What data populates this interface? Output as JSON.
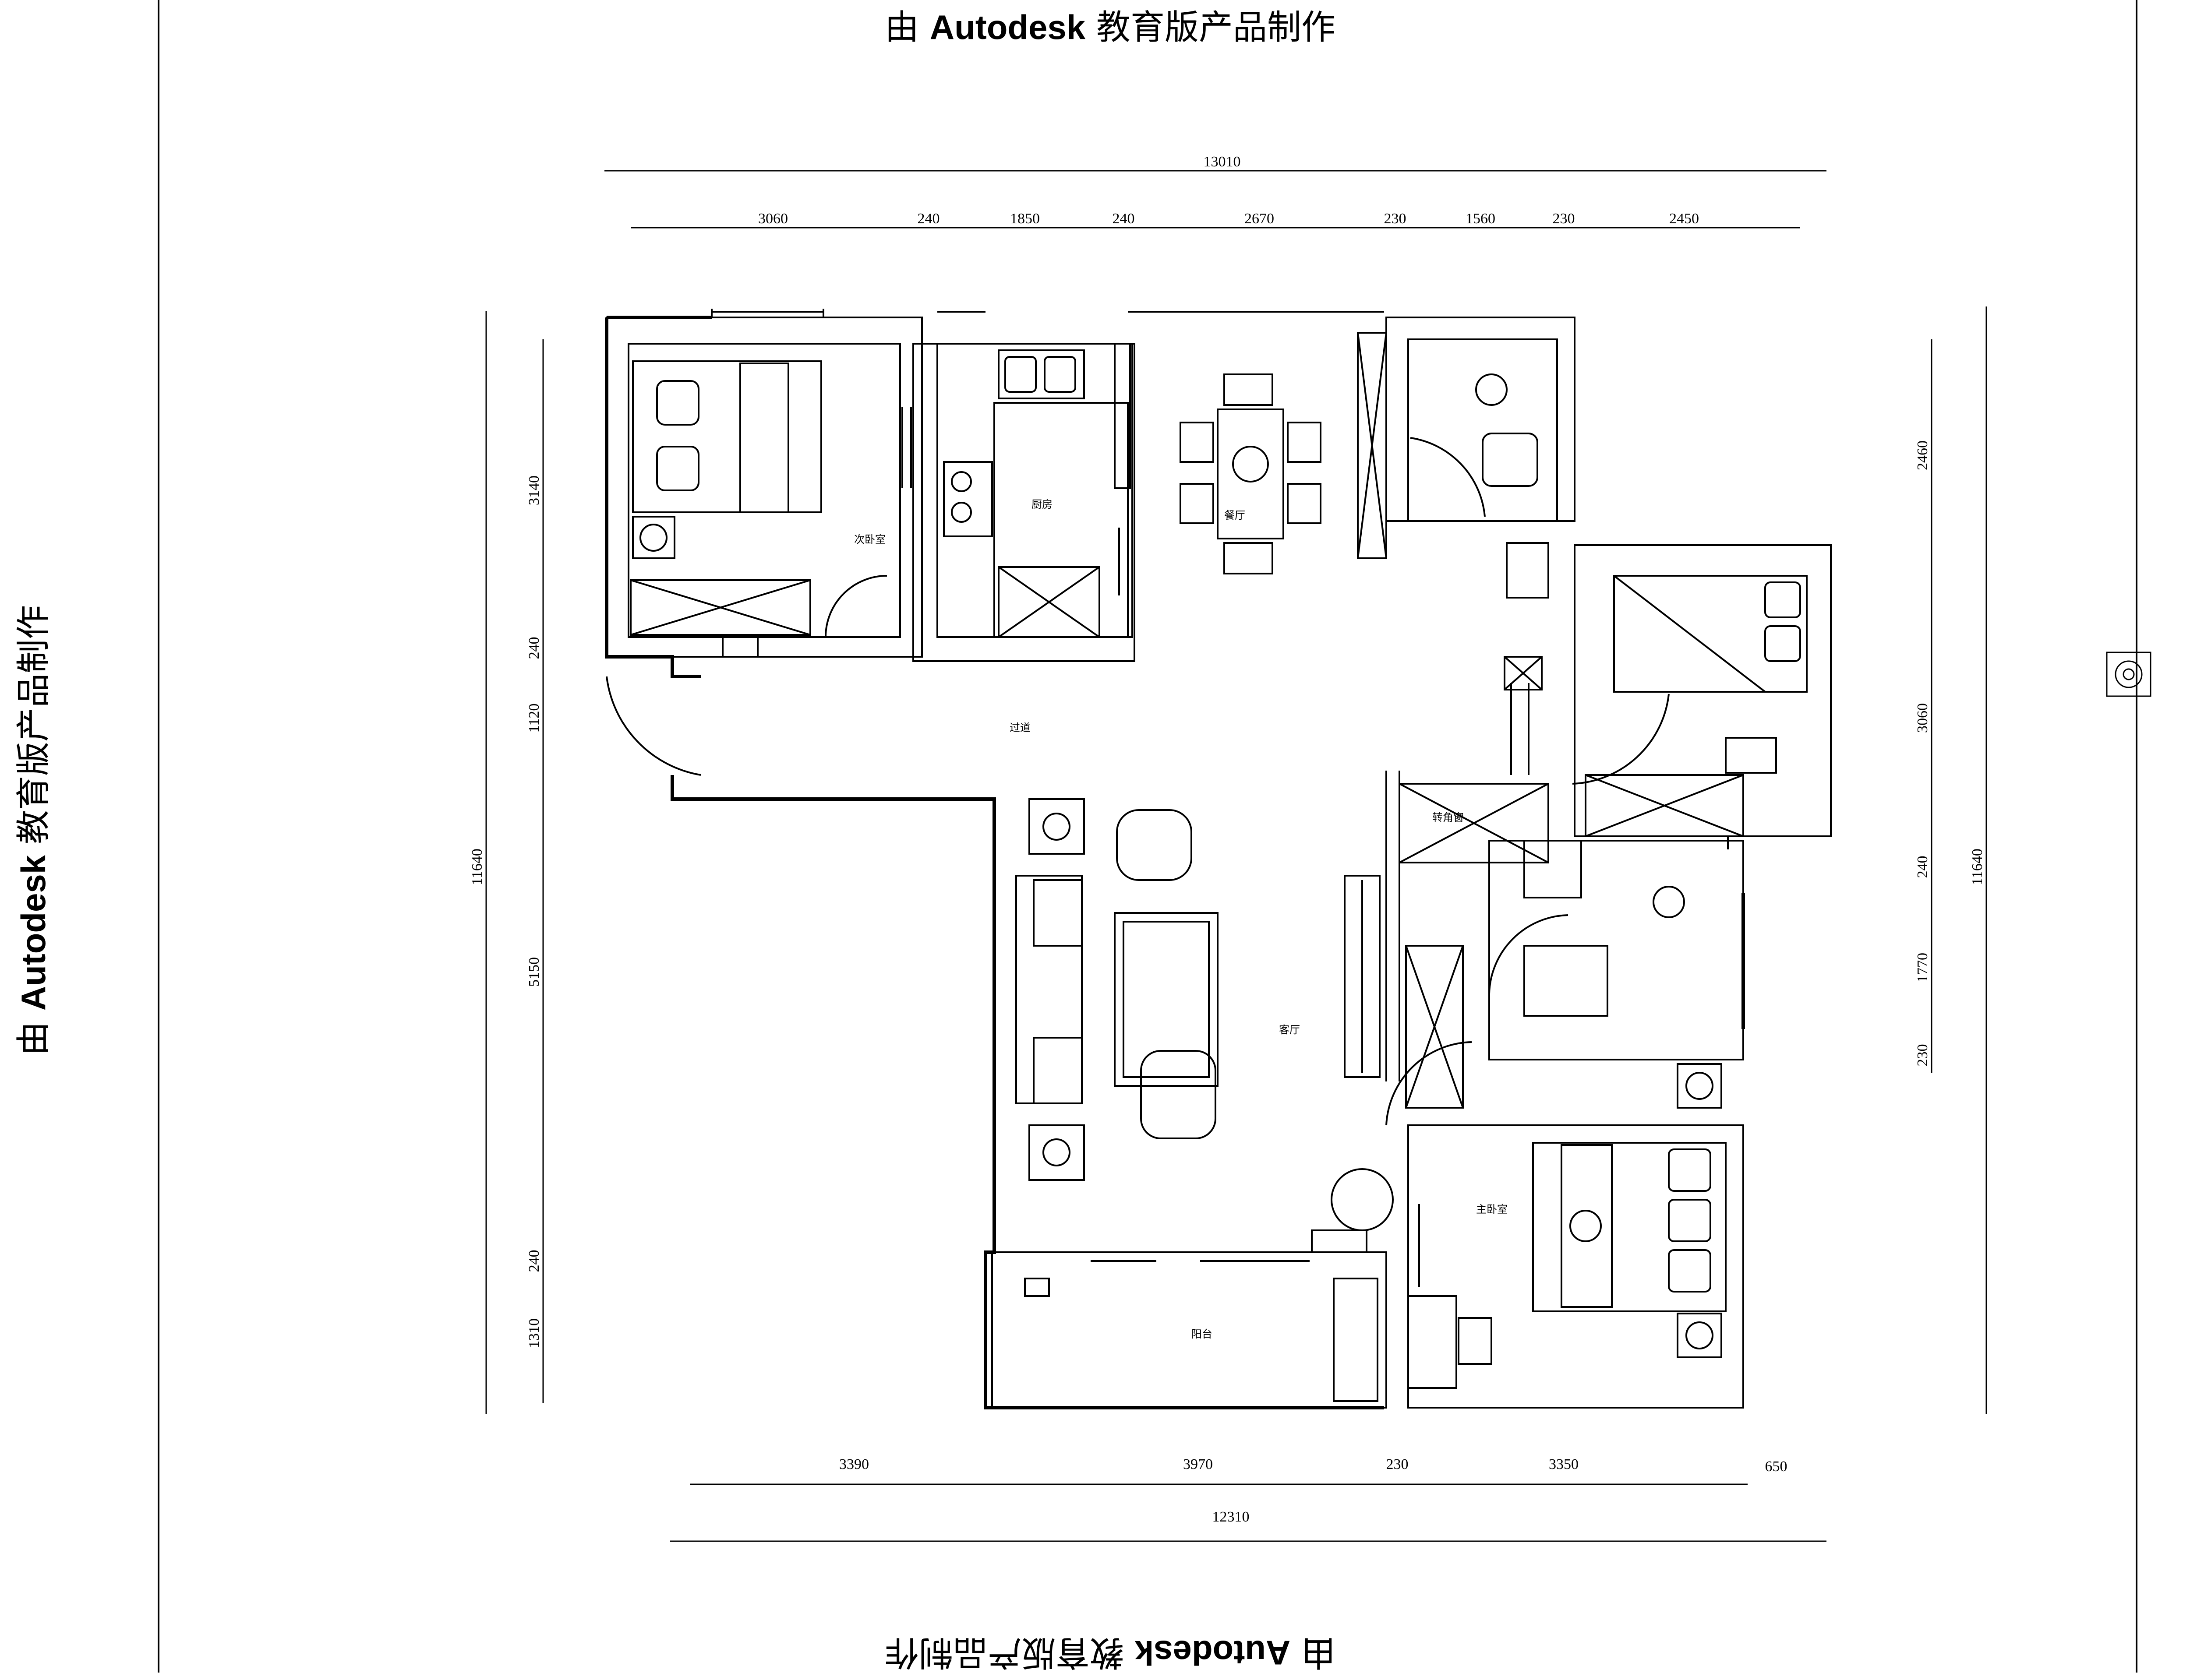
{
  "watermark": {
    "prefix": "由 ",
    "brand": "Autodesk",
    "suffix": " 教育版产品制作"
  },
  "rooms": {
    "second_bedroom": "次卧室",
    "kitchen": "厨房",
    "dining": "餐厅",
    "corridor": "过道",
    "corner_window": "转角窗",
    "living": "客厅",
    "master_bedroom": "主卧室",
    "balcony": "阳台"
  },
  "dimensions": {
    "top_total": "13010",
    "top_segments": [
      "3060",
      "240",
      "1850",
      "240",
      "2670",
      "230",
      "1560",
      "230",
      "2450"
    ],
    "bottom_segments": [
      "3390",
      "3970",
      "230",
      "3350",
      "650"
    ],
    "bottom_total": "12310",
    "left_total": "11640",
    "left_segments": [
      "3140",
      "240",
      "1120",
      "5150",
      "240",
      "1310"
    ],
    "right_total": "11640",
    "right_segments": [
      "2460",
      "3060",
      "240",
      "1770",
      "230"
    ]
  },
  "colors": {
    "line": "#000000",
    "background": "#ffffff"
  }
}
